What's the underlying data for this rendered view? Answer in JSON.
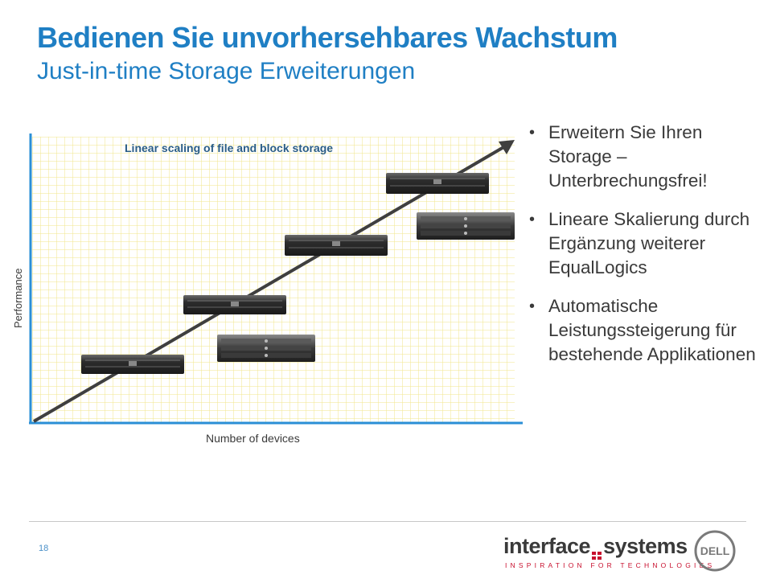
{
  "title": "Bedienen Sie unvorhersehbares Wachstum",
  "subtitle": "Just-in-time Storage Erweiterungen",
  "diagram": {
    "headline": "Linear scaling of file and block storage",
    "x_axis_label": "Number of devices",
    "y_axis_label": "Performance",
    "colors": {
      "axis": "#2b8fd6",
      "grid": "#f2e58a",
      "arrow": "#3f3f3f",
      "device": "#2d2d2d"
    }
  },
  "bullets": [
    "Erweitern Sie Ihren Storage – Unterbrechungsfrei!",
    "Lineare Skalierung durch Ergänzung weiterer EqualLogics",
    "Automatische Leistungssteigerung für bestehende Applikationen"
  ],
  "footer": {
    "page_number": "18",
    "brand_left": "interface",
    "brand_right": "systems",
    "tagline": "INSPIRATION FOR TECHNOLOGIES",
    "partner_logo": "DELL"
  }
}
